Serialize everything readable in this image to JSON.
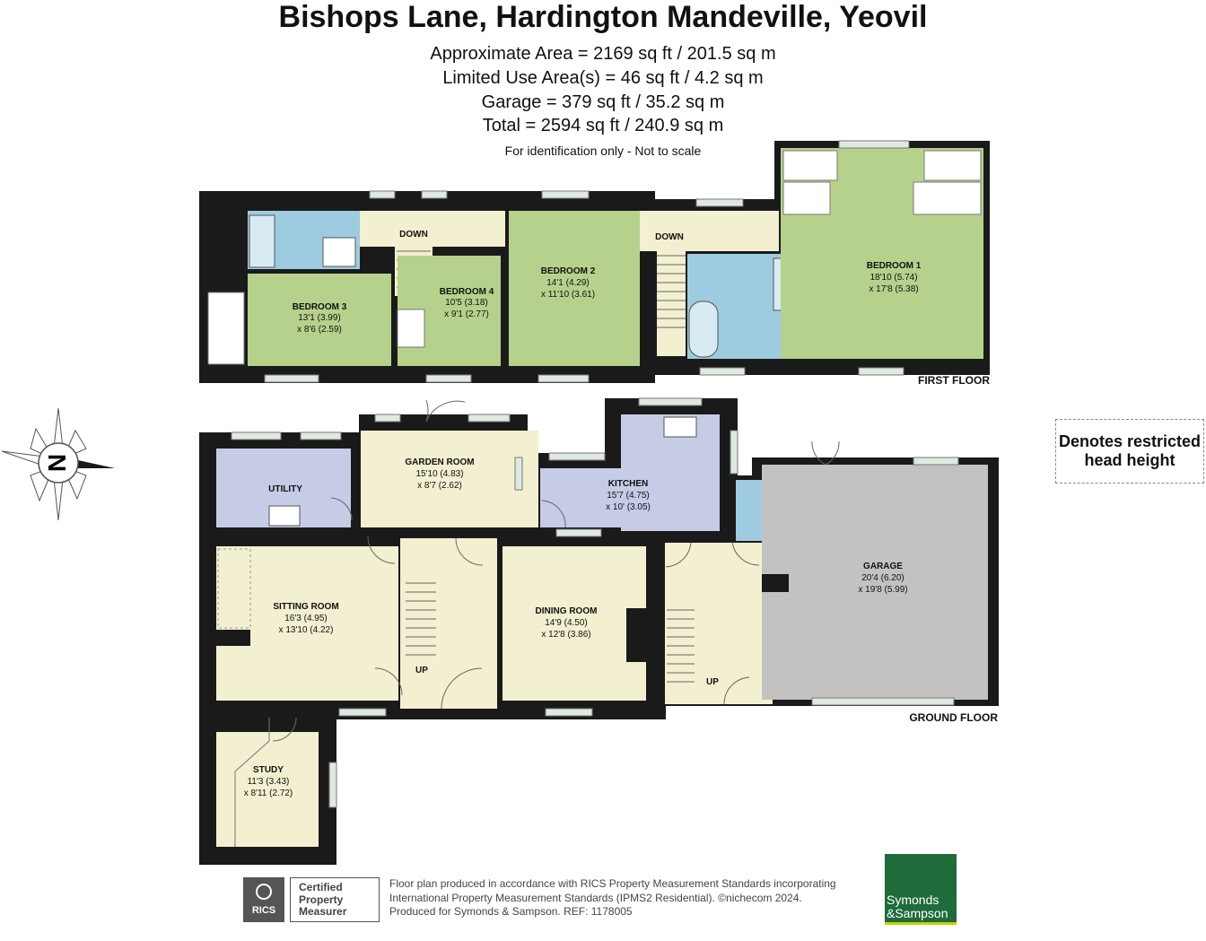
{
  "header": {
    "title": "Bishops Lane, Hardington Mandeville, Yeovil",
    "approximate_area": "Approximate Area = 2169 sq ft / 201.5 sq m",
    "limited_use": "Limited Use Area(s) = 46 sq ft / 4.2 sq m",
    "garage": "Garage = 379 sq ft / 35.2 sq m",
    "total": "Total = 2594 sq ft / 240.9 sq m",
    "note": "For identification only - Not to scale"
  },
  "first_floor": {
    "label": "FIRST FLOOR",
    "down_1": "DOWN",
    "down_2": "DOWN",
    "bedroom3": {
      "name": "BEDROOM 3",
      "dim1": "13'1 (3.99)",
      "dim2": "x 8'6 (2.59)"
    },
    "bedroom4": {
      "name": "BEDROOM 4",
      "dim1": "10'5 (3.18)",
      "dim2": "x 9'1 (2.77)"
    },
    "bedroom2": {
      "name": "BEDROOM 2",
      "dim1": "14'1 (4.29)",
      "dim2": "x 11'10 (3.61)"
    },
    "bedroom1": {
      "name": "BEDROOM 1",
      "dim1": "18'10 (5.74)",
      "dim2": "x 17'8 (5.38)"
    }
  },
  "ground_floor": {
    "label": "GROUND FLOOR",
    "up_1": "UP",
    "up_2": "UP",
    "utility": {
      "name": "UTILITY"
    },
    "garden_room": {
      "name": "GARDEN ROOM",
      "dim1": "15'10 (4.83)",
      "dim2": "x 8'7 (2.62)"
    },
    "kitchen": {
      "name": "KITCHEN",
      "dim1": "15'7 (4.75)",
      "dim2": "x 10' (3.05)"
    },
    "sitting_room": {
      "name": "SITTING ROOM",
      "dim1": "16'3 (4.95)",
      "dim2": "x 13'10 (4.22)"
    },
    "dining_room": {
      "name": "DINING ROOM",
      "dim1": "14'9 (4.50)",
      "dim2": "x 12'8 (3.86)"
    },
    "garage": {
      "name": "GARAGE",
      "dim1": "20'4 (6.20)",
      "dim2": "x 19'8 (5.99)"
    },
    "study": {
      "name": "STUDY",
      "dim1": "11'3 (3.43)",
      "dim2": "x 8'11 (2.72)"
    }
  },
  "compass": {
    "label": "N",
    "icon": "compass-rose-icon"
  },
  "legend": {
    "line1": "Denotes restricted",
    "line2": "head height"
  },
  "footer": {
    "rics_badge": "RICS",
    "cert_line1": "Certified",
    "cert_line2": "Property",
    "cert_line3": "Measurer",
    "line1": "Floor plan produced in accordance with RICS Property Measurement Standards incorporating",
    "line2": "International Property Measurement Standards (IPMS2 Residential).   ©nichecom 2024.",
    "line3": "Produced for Symonds & Sampson.   REF:  1178005",
    "logo_line1": "Symonds",
    "logo_line2": "&Sampson"
  },
  "colors": {
    "wall": "#1a1a1a",
    "bedroom_green": "#b6d18c",
    "hall_cream": "#f2f0d0",
    "bathroom_blue": "#9ecbe0",
    "kitchen_lavender": "#c6cbe6",
    "garage_grey": "#c4c2c0",
    "brand_green": "#1f6b3a"
  }
}
